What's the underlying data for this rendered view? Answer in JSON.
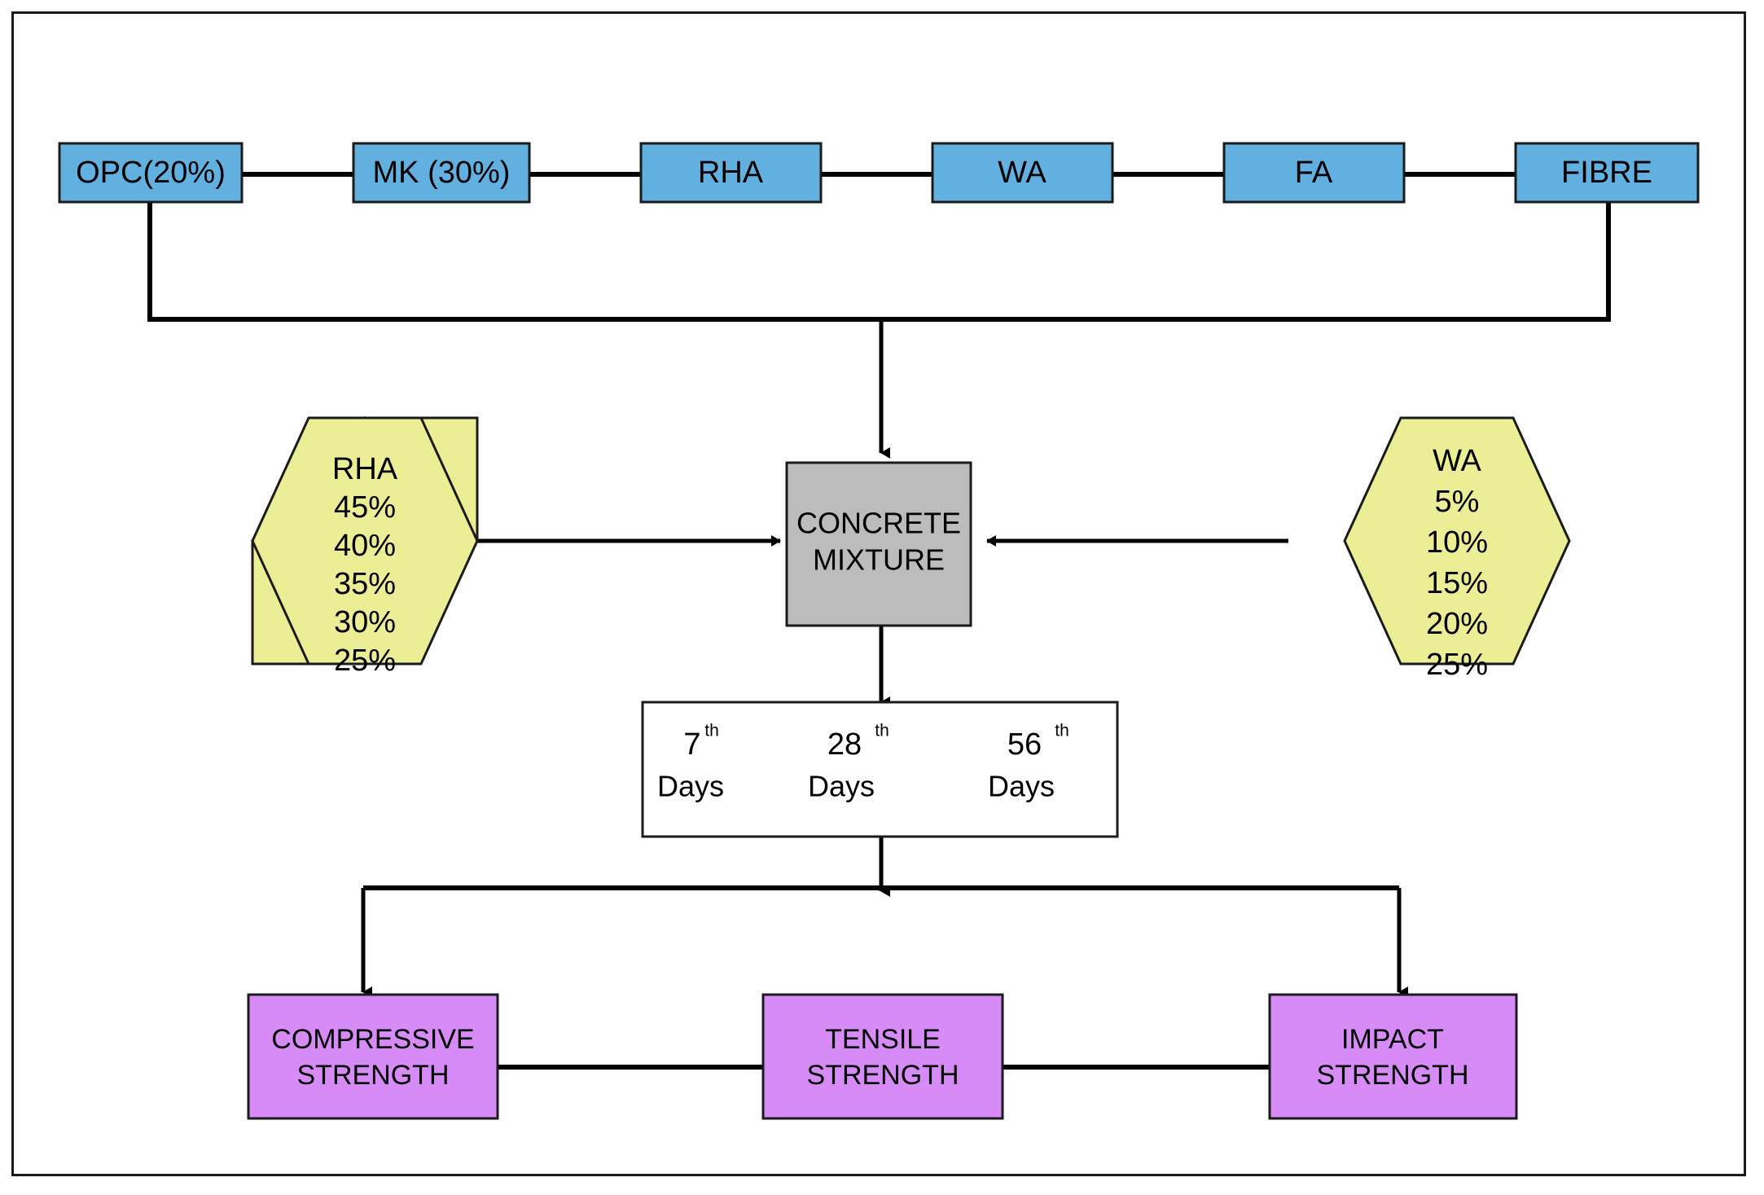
{
  "diagram": {
    "title": "Concrete mixture experimental flowchart",
    "colors": {
      "blue": "#62B0E0",
      "yellow": "#ECEE96",
      "gray": "#BCBCBC",
      "purple": "#D68BF7",
      "outline": "#1b1b1b",
      "frame": "#1a1a1a",
      "white": "#ffffff"
    }
  },
  "materials_row": {
    "items": [
      {
        "id": "opc",
        "label": "OPC(20%)"
      },
      {
        "id": "mk",
        "label": "MK (30%)"
      },
      {
        "id": "rha",
        "label": "RHA"
      },
      {
        "id": "wa",
        "label": "WA"
      },
      {
        "id": "fa",
        "label": "FA"
      },
      {
        "id": "fibre",
        "label": "FIBRE"
      }
    ]
  },
  "left_hexagon": {
    "title": "RHA",
    "values": [
      "45%",
      "40%",
      "35%",
      "30%",
      "25%"
    ]
  },
  "right_hexagon": {
    "title": "WA",
    "values": [
      "5%",
      "10%",
      "15%",
      "20%",
      "25%"
    ]
  },
  "mixture_node": {
    "line1": "CONCRETE",
    "line2": "MIXTURE"
  },
  "curing_box": {
    "entries": [
      {
        "number": "7",
        "suffix": "th",
        "unit": "Days"
      },
      {
        "number": "28",
        "suffix": "th",
        "unit": "Days"
      },
      {
        "number": "56",
        "suffix": "th",
        "unit": "Days"
      }
    ]
  },
  "tests_row": {
    "items": [
      {
        "id": "compressive",
        "line1": "COMPRESSIVE",
        "line2": "STRENGTH"
      },
      {
        "id": "tensile",
        "line1": "TENSILE",
        "line2": "STRENGTH"
      },
      {
        "id": "impact",
        "line1": "IMPACT",
        "line2": "STRENGTH"
      }
    ]
  }
}
